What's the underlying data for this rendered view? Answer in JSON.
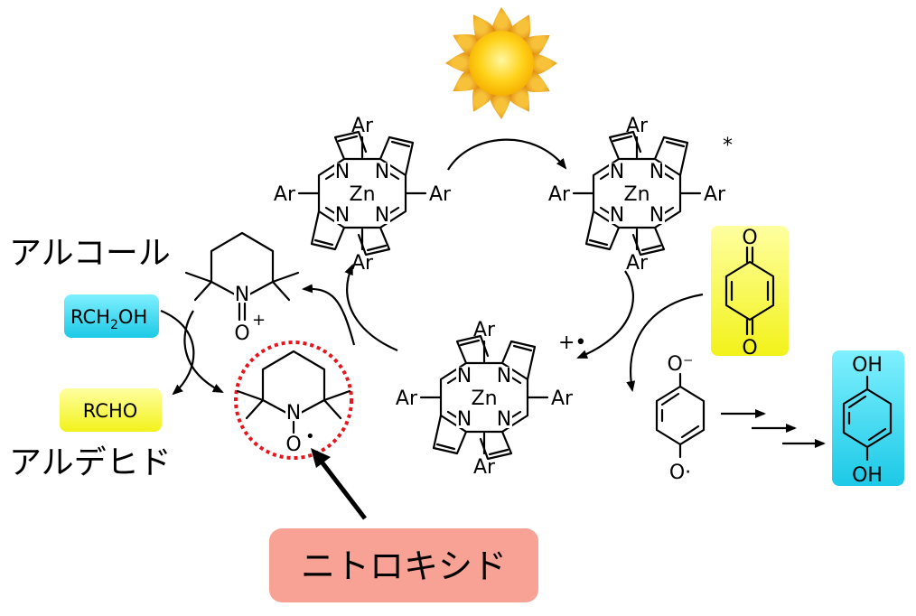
{
  "labels": {
    "alcohol": "アルコール",
    "aldehyde": "アルデヒド",
    "nitroxide": "ニトロキシド",
    "rch2oh_a": "RCH",
    "rch2oh_sub": "2",
    "rch2oh_b": "OH",
    "rcho": "RCHO",
    "excited_mark": "*",
    "radical_cation": "+•",
    "ar": "Ar",
    "zn": "Zn",
    "n": "N",
    "o": "O",
    "oh": "OH",
    "o_minus": "O⁻",
    "o_dot": "O·",
    "o_plus": "+",
    "radical_dot": "•"
  },
  "colors": {
    "cyan_box": "#33ddf2",
    "yellow_box": "#ffff33",
    "nitroxide_box": "#f7a294",
    "dotted_circle": "#e8131b",
    "sun_core": "#ffd21a",
    "sun_rays": "#f5a623"
  }
}
